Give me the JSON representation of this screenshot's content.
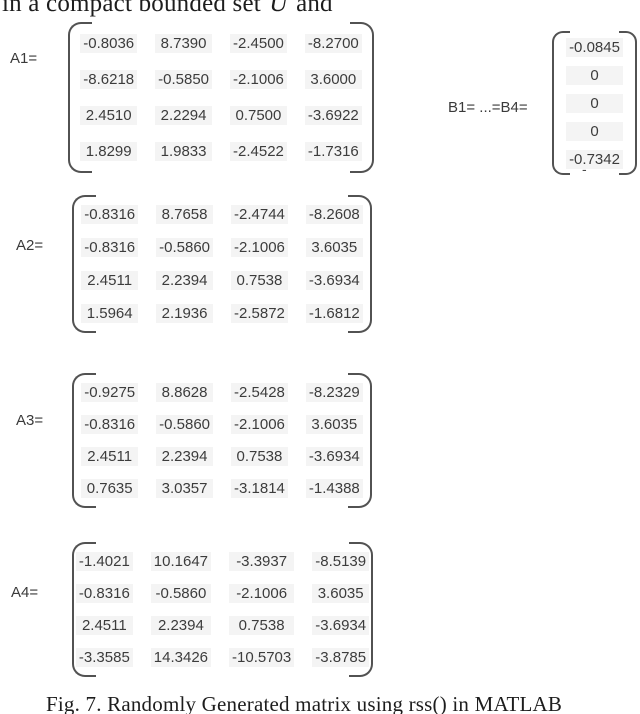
{
  "page": {
    "top_text_pre": "in a compact bounded set",
    "top_text_var": "U",
    "top_text_post": "and",
    "caption": "Fig. 7. Randomly Generated matrix using rss() in MATLAB"
  },
  "matrices": [
    {
      "label": "A1=",
      "rows": [
        [
          "-0.8036",
          "8.7390",
          "-2.4500",
          "-8.2700"
        ],
        [
          "-8.6218",
          "-0.5850",
          "-2.1006",
          "3.6000"
        ],
        [
          "2.4510",
          "2.2294",
          "0.7500",
          "-3.6922"
        ],
        [
          "1.8299",
          "1.9833",
          "-2.4522",
          "-1.7316"
        ]
      ]
    },
    {
      "label": "A2=",
      "rows": [
        [
          "-0.8316",
          "8.7658",
          "-2.4744",
          "-8.2608"
        ],
        [
          "-0.8316",
          "-0.5860",
          "-2.1006",
          "3.6035"
        ],
        [
          "2.4511",
          "2.2394",
          "0.7538",
          "-3.6934"
        ],
        [
          "1.5964",
          "2.1936",
          "-2.5872",
          "-1.6812"
        ]
      ]
    },
    {
      "label": "A3=",
      "rows": [
        [
          "-0.9275",
          "8.8628",
          "-2.5428",
          "-8.2329"
        ],
        [
          "-0.8316",
          "-0.5860",
          "-2.1006",
          "3.6035"
        ],
        [
          "2.4511",
          "2.2394",
          "0.7538",
          "-3.6934"
        ],
        [
          "0.7635",
          "3.0357",
          "-3.1814",
          "-1.4388"
        ]
      ]
    },
    {
      "label": "A4=",
      "rows": [
        [
          "-1.4021",
          "10.1647",
          "-3.3937",
          "-8.5139"
        ],
        [
          "-0.8316",
          "-0.5860",
          "-2.1006",
          "3.6035"
        ],
        [
          "2.4511",
          "2.2394",
          "0.7538",
          "-3.6934"
        ],
        [
          "-3.3585",
          "14.3426",
          "-10.5703",
          "-3.8785"
        ]
      ]
    }
  ],
  "b_vector": {
    "label": "B1= ...=B4=",
    "values": [
      "-0.0845",
      "0",
      "0",
      "0",
      "-0.7342"
    ],
    "stray_mark": "-"
  },
  "colors": {
    "bracket": "#525252",
    "number_text": "#3c3c3c",
    "cell_highlight": "#f4f4f4",
    "serif_text": "#1d1d1d"
  }
}
